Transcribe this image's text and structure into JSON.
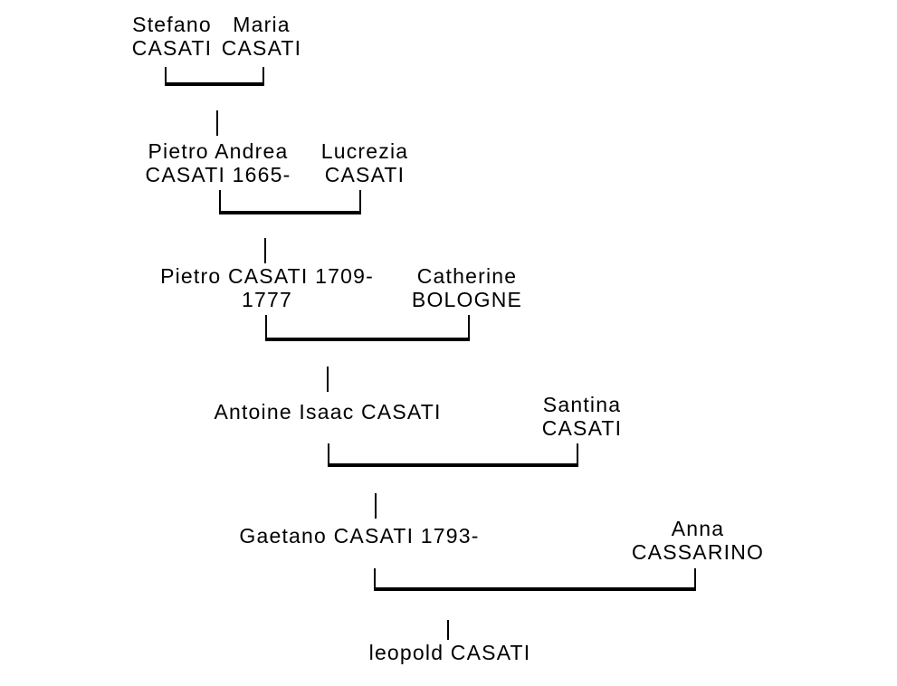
{
  "tree": {
    "background_color": "#ffffff",
    "text_color": "#000000",
    "line_color": "#000000",
    "people": [
      {
        "id": "stefano",
        "full_name": "Stefano CASATI",
        "lines": [
          "Stefano",
          "CASATI"
        ]
      },
      {
        "id": "maria",
        "full_name": "Maria CASATI",
        "lines": [
          "Maria",
          "CASATI"
        ]
      },
      {
        "id": "pietro_andrea",
        "full_name": "Pietro Andrea CASATI 1665-",
        "lines": [
          "Pietro Andrea",
          "CASATI 1665-"
        ]
      },
      {
        "id": "lucrezia",
        "full_name": "Lucrezia CASATI",
        "lines": [
          "Lucrezia",
          "CASATI"
        ]
      },
      {
        "id": "pietro",
        "full_name": "Pietro CASATI 1709-1777",
        "lines": [
          "Pietro CASATI 1709-",
          "1777"
        ]
      },
      {
        "id": "catherine",
        "full_name": "Catherine BOLOGNE",
        "lines": [
          "Catherine",
          "BOLOGNE"
        ]
      },
      {
        "id": "antoine",
        "full_name": "Antoine Isaac CASATI",
        "lines": [
          "Antoine Isaac CASATI"
        ]
      },
      {
        "id": "santina",
        "full_name": "Santina CASATI",
        "lines": [
          "Santina",
          "CASATI"
        ]
      },
      {
        "id": "gaetano",
        "full_name": "Gaetano CASATI 1793-",
        "lines": [
          "Gaetano CASATI 1793-"
        ]
      },
      {
        "id": "anna",
        "full_name": "Anna CASSARINO",
        "lines": [
          "Anna",
          "CASSARINO"
        ]
      },
      {
        "id": "leopold",
        "full_name": "leopold CASATI",
        "lines": [
          "leopold CASATI"
        ]
      }
    ],
    "unions": [
      {
        "partners": [
          "Stefano CASATI",
          "Maria CASATI"
        ],
        "child": "Pietro Andrea CASATI 1665-"
      },
      {
        "partners": [
          "Pietro Andrea CASATI 1665-",
          "Lucrezia CASATI"
        ],
        "child": "Pietro CASATI 1709-1777"
      },
      {
        "partners": [
          "Pietro CASATI 1709-1777",
          "Catherine BOLOGNE"
        ],
        "child": "Antoine Isaac CASATI"
      },
      {
        "partners": [
          "Antoine Isaac CASATI",
          "Santina CASATI"
        ],
        "child": "Gaetano CASATI 1793-"
      },
      {
        "partners": [
          "Gaetano CASATI 1793-",
          "Anna CASSARINO"
        ],
        "child": "leopold CASATI"
      }
    ]
  }
}
